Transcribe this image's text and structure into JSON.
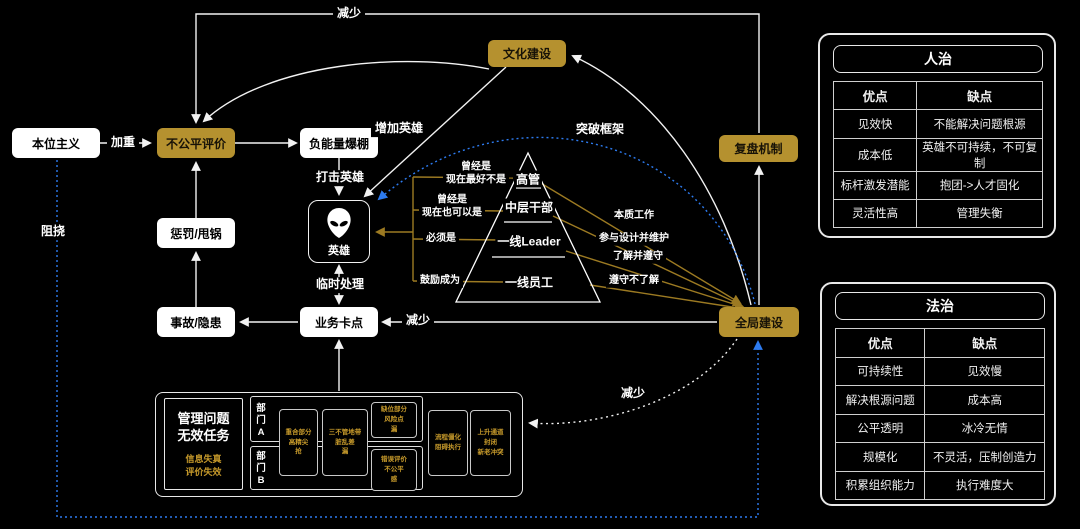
{
  "colors": {
    "gold_fill": "#b5912f",
    "gold_line": "#9c7a22",
    "blue_dotted": "#2d7bf0",
    "white_line": "#f2f2f2",
    "background": "#000000"
  },
  "icons": {
    "hero": "alien-head-icon"
  },
  "nodes": {
    "benwei": "本位主义",
    "unfair": "不公平评价",
    "negative": "负能量爆棚",
    "punish": "惩罚/甩锅",
    "accident": "事故/隐患",
    "stuck": "业务卡点",
    "hero": "英雄",
    "culture": "文化建设",
    "review": "复盘机制",
    "global": "全局建设"
  },
  "edge_labels": {
    "jiazhong": "加重",
    "dajijingxiong": "打击英雄",
    "zengjiayingxiong": "增加英雄",
    "jianshao_top": "减少",
    "linshichuli": "临时处理",
    "jianshao_mid": "减少",
    "jianshao_dotted": "减少",
    "zunao": "阻挠",
    "tupokuangjia": "突破框架"
  },
  "pyramid": {
    "levels": [
      "高管",
      "中层干部",
      "一线Leader",
      "一线员工"
    ],
    "left_labels": [
      [
        "曾经是",
        "现在最好不是"
      ],
      [
        "曾经是",
        "现在也可以是"
      ],
      [
        "必须是"
      ],
      [
        "鼓励成为"
      ]
    ],
    "right_labels": [
      "本质工作",
      "参与设计并维护",
      "了解并遵守",
      "遵守不了解"
    ]
  },
  "bottom_panel": {
    "title_lines": [
      "管理问题",
      "无效任务"
    ],
    "subtitle_lines": [
      "信息失真",
      "评价失效"
    ],
    "dept_a": "部门A",
    "dept_b": "部门B",
    "issues": [
      [
        "重合部分",
        "高精尖",
        "抢"
      ],
      [
        "三不管地带",
        "脏乱差",
        "漏"
      ],
      [
        "缺位部分",
        "风险点",
        "漏"
      ],
      [
        "错误评价",
        "不公平",
        "感"
      ],
      [
        "流程僵化",
        "阻碍执行"
      ],
      [
        "上升通道",
        "封闭",
        "新老冲突"
      ]
    ]
  },
  "tables": {
    "renzhi": {
      "title": "人治",
      "headers": [
        "优点",
        "缺点"
      ],
      "rows": [
        [
          "见效快",
          "不能解决问题根源"
        ],
        [
          "成本低",
          "英雄不可持续，不可复制"
        ],
        [
          "标杆激发潜能",
          "抱团->人才固化"
        ],
        [
          "灵活性高",
          "管理失衡"
        ]
      ]
    },
    "fazhi": {
      "title": "法治",
      "headers": [
        "优点",
        "缺点"
      ],
      "rows": [
        [
          "可持续性",
          "见效慢"
        ],
        [
          "解决根源问题",
          "成本高"
        ],
        [
          "公平透明",
          "冰冷无情"
        ],
        [
          "规模化",
          "不灵活，压制创造力"
        ],
        [
          "积累组织能力",
          "执行难度大"
        ]
      ]
    }
  }
}
